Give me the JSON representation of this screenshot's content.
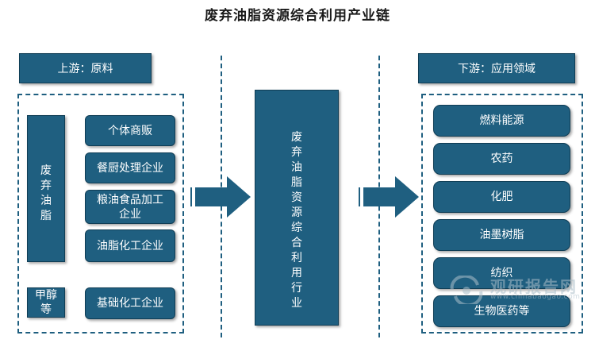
{
  "title": "废弃油脂资源综合利用产业链",
  "upstream": {
    "header": "上游：原料",
    "group1_label": [
      "废",
      "弃",
      "油",
      "脂"
    ],
    "group1_items": [
      "个体商贩",
      "餐厨处理企业",
      "粮油食品加工\n企业",
      "油脂化工企业"
    ],
    "group2_label": [
      "甲醇",
      "等"
    ],
    "group2_items": [
      "基础化工企业"
    ]
  },
  "midstream": {
    "chars": [
      "废",
      "弃",
      "油",
      "脂",
      "资",
      "源",
      "综",
      "合",
      "利",
      "用",
      "行",
      "业"
    ]
  },
  "downstream": {
    "header": "下游：应用领域",
    "items": [
      "燃料能源",
      "农药",
      "化肥",
      "油墨树脂",
      "纺织",
      "生物医药等"
    ]
  },
  "watermark": {
    "cn": "观研报告网",
    "en": "www.chinabaogao.com"
  },
  "colors": {
    "primary": "#1f5f80",
    "border": "#0f3d55",
    "background": "#ffffff"
  }
}
